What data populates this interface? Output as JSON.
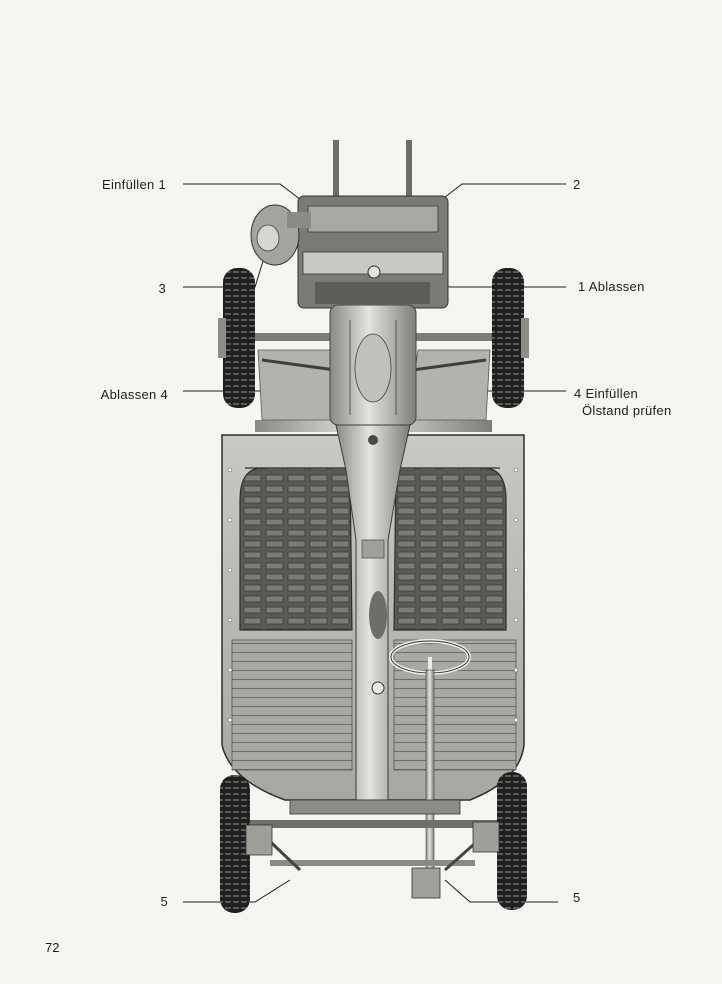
{
  "labels": {
    "fill_1": "Einfüllen 1",
    "num_2": "2",
    "num_3": "3",
    "drain_1": "1 Ablassen",
    "drain_4": "Ablassen 4",
    "fill_4_line1": "4 Einfüllen",
    "fill_4_line2": "Ölstand prüfen",
    "num_5_left": "5",
    "num_5_right": "5"
  },
  "page_number": "72",
  "colors": {
    "ink": "#1e1e1e",
    "paper": "#f6f5f1",
    "metal_light": "#d9d8d2",
    "metal_mid": "#9d9c96",
    "metal_dark": "#4a4a48",
    "tire": "#1f1f1f"
  }
}
